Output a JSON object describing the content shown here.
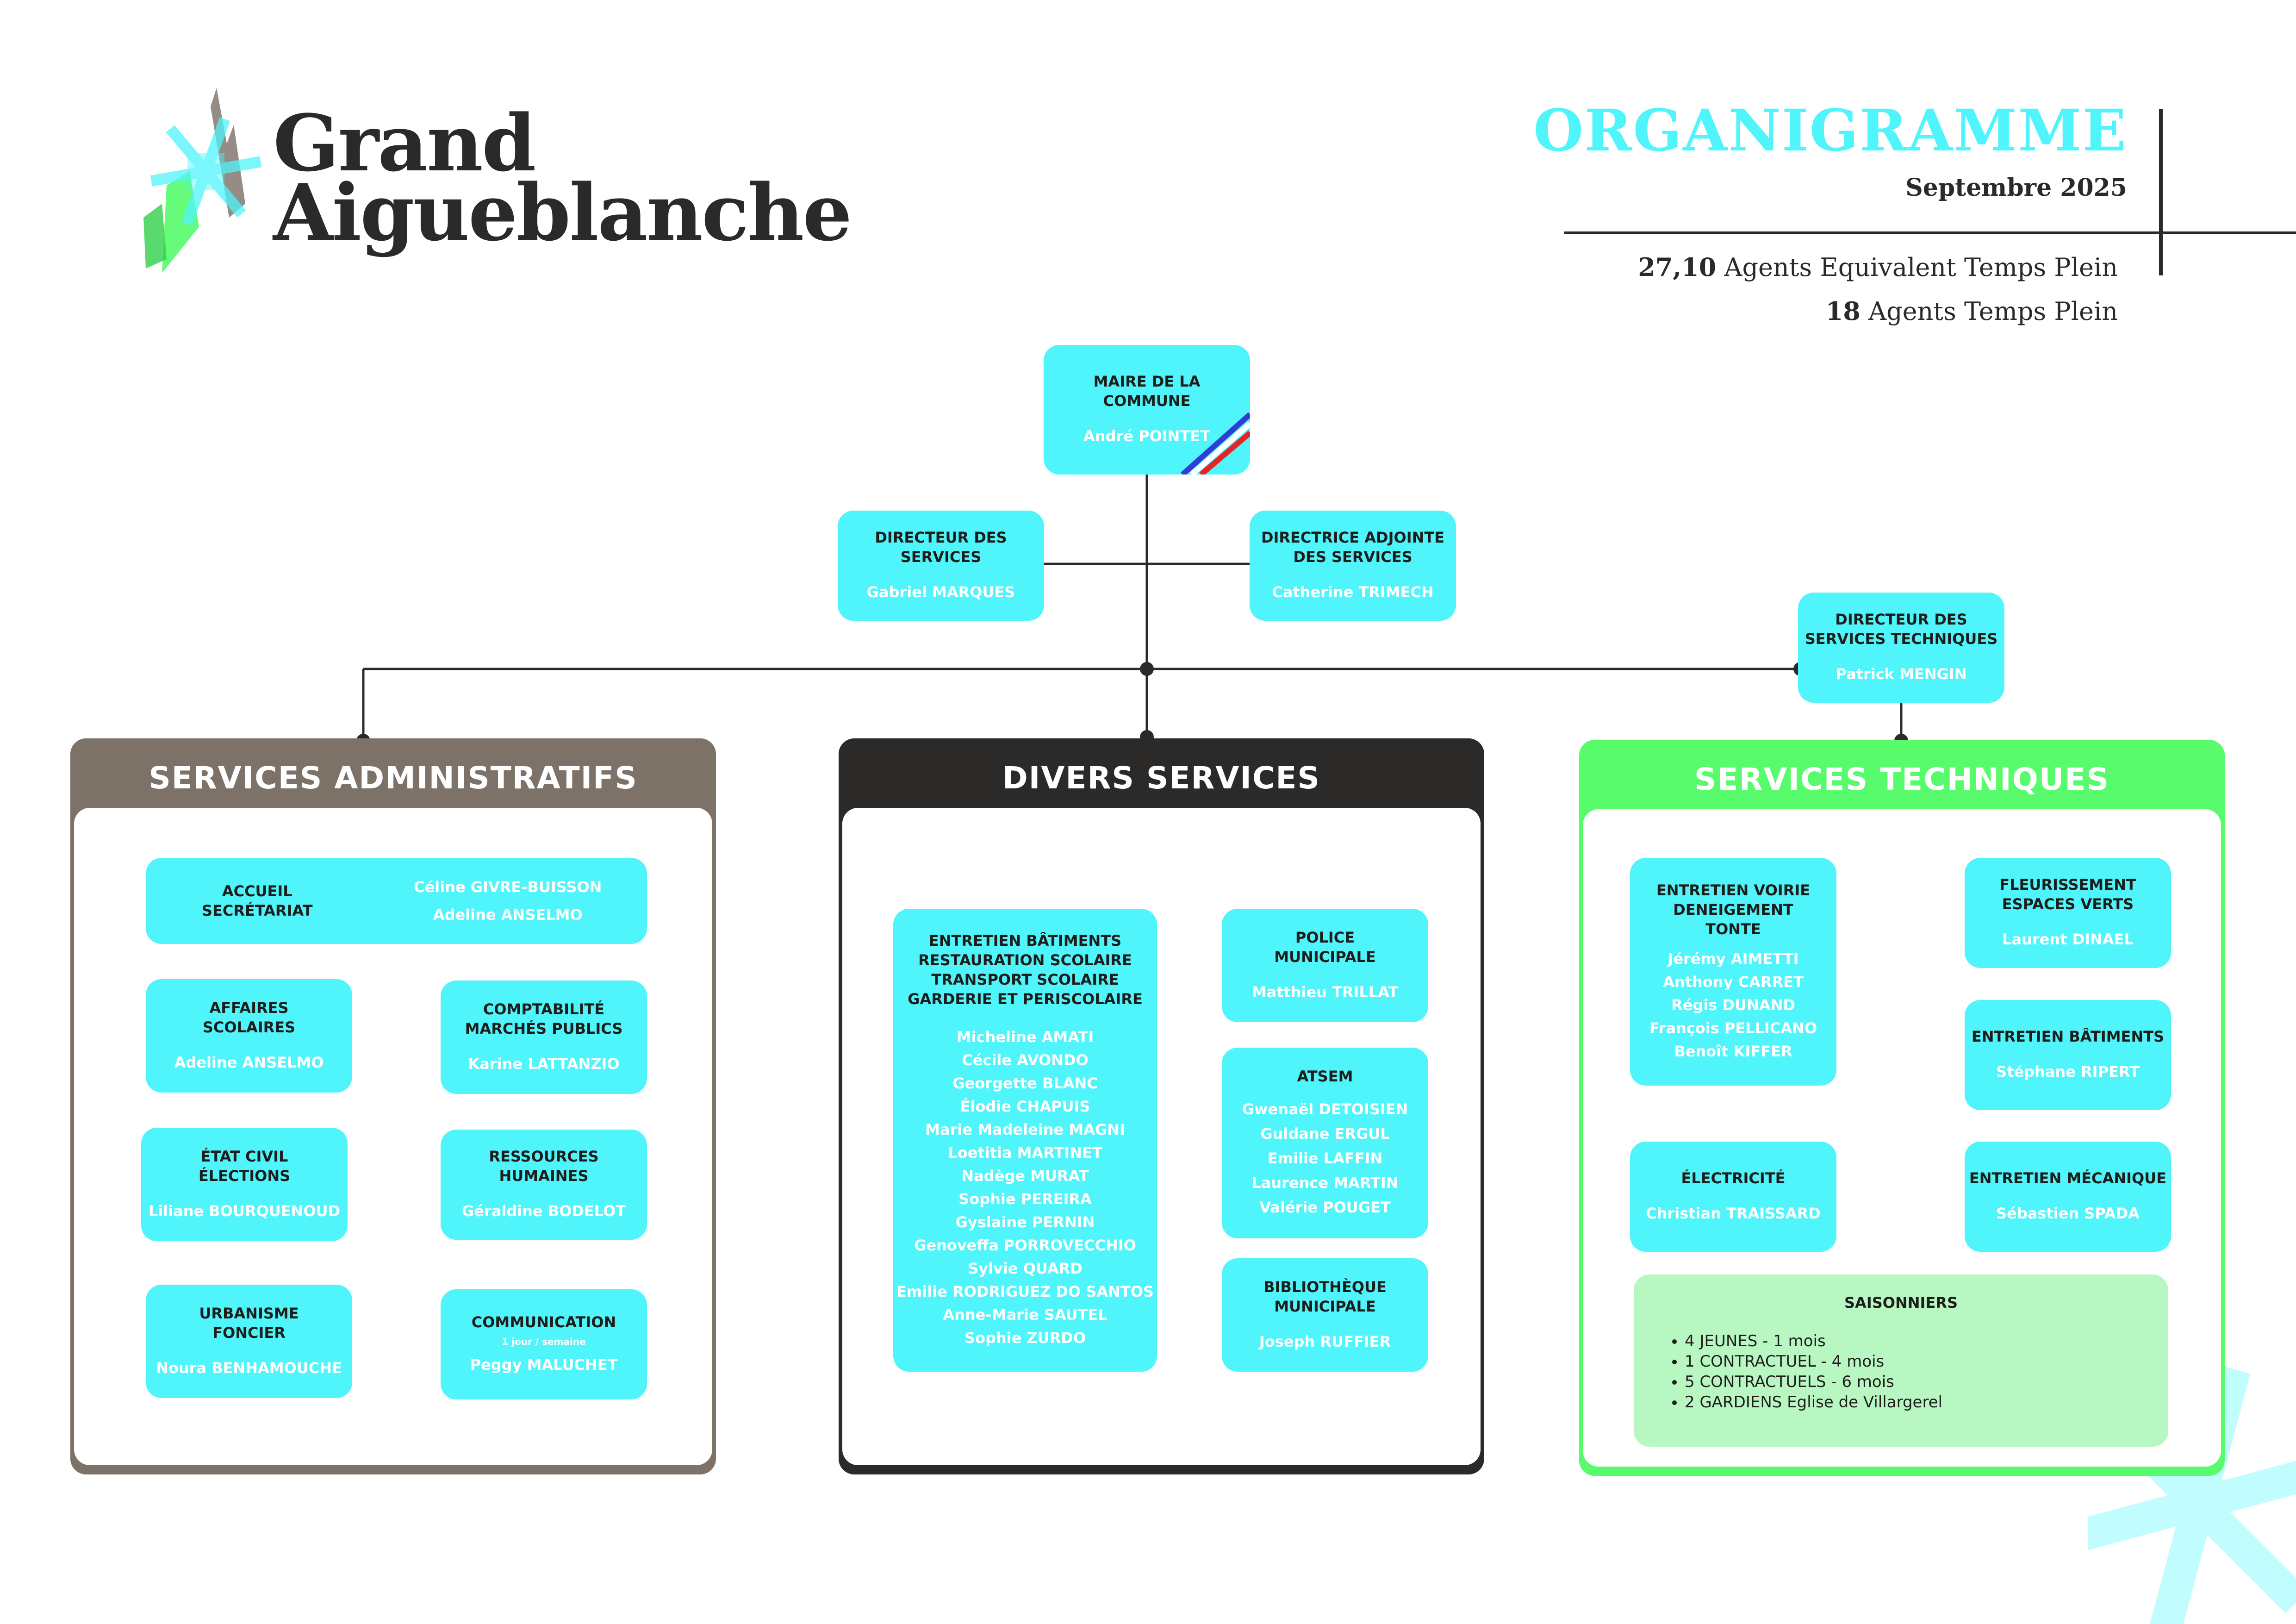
{
  "header": {
    "logo": {
      "line1": "Grand",
      "line2": "Aigueblanche"
    },
    "title": "ORGANIGRAMME",
    "date": "Septembre 2025",
    "stats": [
      {
        "value": "27,10",
        "label": "Agents Equivalent Temps Plein"
      },
      {
        "value": "18",
        "label": "Agents Temps Plein"
      }
    ]
  },
  "top": {
    "maire": {
      "role": "MAIRE DE LA\nCOMMUNE",
      "name": "André POINTET"
    },
    "dgs": {
      "role": "DIRECTEUR DES\nSERVICES",
      "name": "Gabriel MARQUES"
    },
    "dgsa": {
      "role": "DIRECTRICE  ADJOINTE\nDES SERVICES",
      "name": "Catherine TRIMECH"
    },
    "dst": {
      "role": "DIRECTEUR DES\nSERVICES TECHNIQUES",
      "name": "Patrick MENGIN"
    }
  },
  "admin": {
    "title": "SERVICES ADMINISTRATIFS",
    "accueil": {
      "role": "ACCUEIL\nSECRÉTARIAT",
      "names": [
        "Céline GIVRE-BUISSON",
        "Adeline ANSELMO"
      ]
    },
    "scolaires": {
      "role": "AFFAIRES\nSCOLAIRES",
      "name": "Adeline ANSELMO"
    },
    "compta": {
      "role": "COMPTABILITÉ\nMARCHÉS PUBLICS",
      "name": "Karine LATTANZIO"
    },
    "etatcivil": {
      "role": "ÉTAT CIVIL\nÉLECTIONS",
      "name": "Liliane BOURQUENOUD"
    },
    "rh": {
      "role": "RESSOURCES\nHUMAINES",
      "name": "Géraldine BODELOT"
    },
    "urbanisme": {
      "role": "URBANISME\nFONCIER",
      "name": "Noura BENHAMOUCHE"
    },
    "communication": {
      "role": "COMMUNICATION",
      "note": "1 jour / semaine",
      "name": "Peggy MALUCHET"
    }
  },
  "divers": {
    "title": "DIVERS SERVICES",
    "entretien": {
      "role": "ENTRETIEN BÂTIMENTS\nRESTAURATION SCOLAIRE\nTRANSPORT SCOLAIRE\nGARDERIE ET PERISCOLAIRE",
      "names": [
        "Micheline AMATI",
        "Cécile AVONDO",
        "Georgette BLANC",
        "Élodie CHAPUIS",
        "Marie Madeleine MAGNI",
        "Loetitia MARTINET",
        "Nadège MURAT",
        "Sophie PEREIRA",
        "Gyslaine PERNIN",
        "Genoveffa PORROVECCHIO",
        "Sylvie QUARD",
        "Emilie RODRIGUEZ DO SANTOS",
        "Anne-Marie SAUTEL",
        "Sophie ZURDO"
      ]
    },
    "police": {
      "role": "POLICE\nMUNICIPALE",
      "name": "Matthieu TRILLAT"
    },
    "atsem": {
      "role": "ATSEM",
      "names": [
        "Gwenaël DETOISIEN",
        "Guldane ERGUL",
        "Emilie LAFFIN",
        "Laurence MARTIN",
        "Valérie POUGET"
      ]
    },
    "biblio": {
      "role": "BIBLIOTHÈQUE\nMUNICIPALE",
      "name": "Joseph RUFFIER"
    }
  },
  "tech": {
    "title": "SERVICES TECHNIQUES",
    "voirie": {
      "role": "ENTRETIEN VOIRIE\nDENEIGEMENT\nTONTE",
      "names": [
        "Jérémy AIMETTI",
        "Anthony CARRET",
        "Régis DUNAND",
        "François PELLICANO",
        "Benoît KIFFER"
      ]
    },
    "fleur": {
      "role": "FLEURISSEMENT\nESPACES VERTS",
      "name": "Laurent DINAEL"
    },
    "batiments": {
      "role": "ENTRETIEN BÂTIMENTS",
      "name": "Stéphane RIPERT"
    },
    "elec": {
      "role": "ÉLECTRICITÉ",
      "name": "Christian TRAISSARD"
    },
    "meca": {
      "role": "ENTRETIEN MÉCANIQUE",
      "name": "Sébastien SPADA"
    },
    "saisonniers": {
      "title": "SAISONNIERS",
      "items": [
        "4 JEUNES - 1 mois",
        "1 CONTRACTUEL - 4 mois",
        "5 CONTRACTUELS - 6 mois",
        "2 GARDIENS Eglise de Villargerel"
      ]
    }
  },
  "colors": {
    "cyan": "#4ff5fb",
    "admin": "#7d7268",
    "divers": "#2b2a29",
    "tech": "#57fb6b",
    "text": "#1d1d1b"
  }
}
